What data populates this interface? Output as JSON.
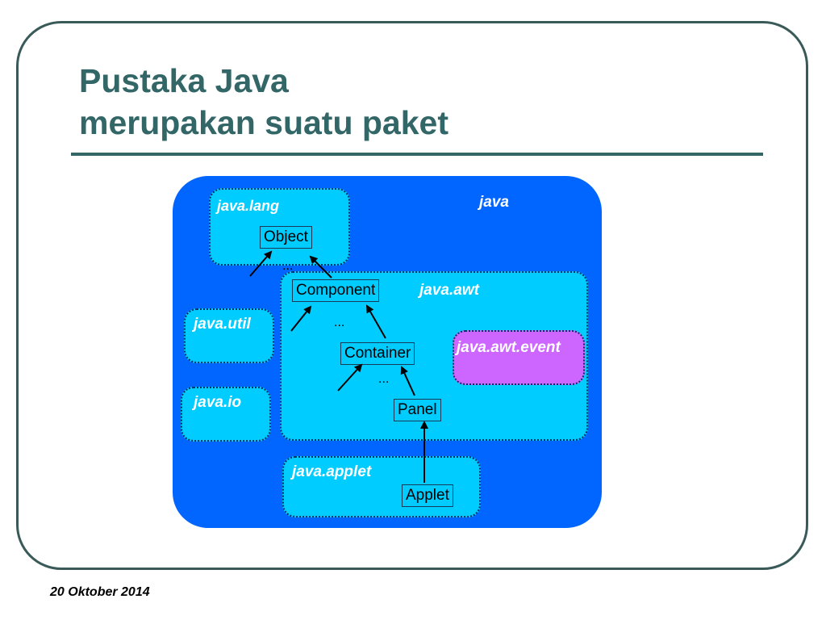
{
  "slide": {
    "title_line1": "Pustaka Java",
    "title_line2": "merupakan suatu paket",
    "footer_date": "20 Oktober 2014"
  },
  "diagram": {
    "java_label": "java",
    "packages": {
      "java_lang": "java.lang",
      "java_util": "java.util",
      "java_io": "java.io",
      "java_awt": "java.awt",
      "java_awt_event": "java.awt.event",
      "java_applet": "java.applet"
    },
    "classes": {
      "object": "Object",
      "component": "Component",
      "container": "Container",
      "panel": "Panel",
      "applet": "Applet"
    },
    "ellipsis": "..."
  },
  "colors": {
    "title": "#336666",
    "java_box": "#0066ff",
    "package": "#00ccff",
    "event_package": "#cc66ff"
  }
}
